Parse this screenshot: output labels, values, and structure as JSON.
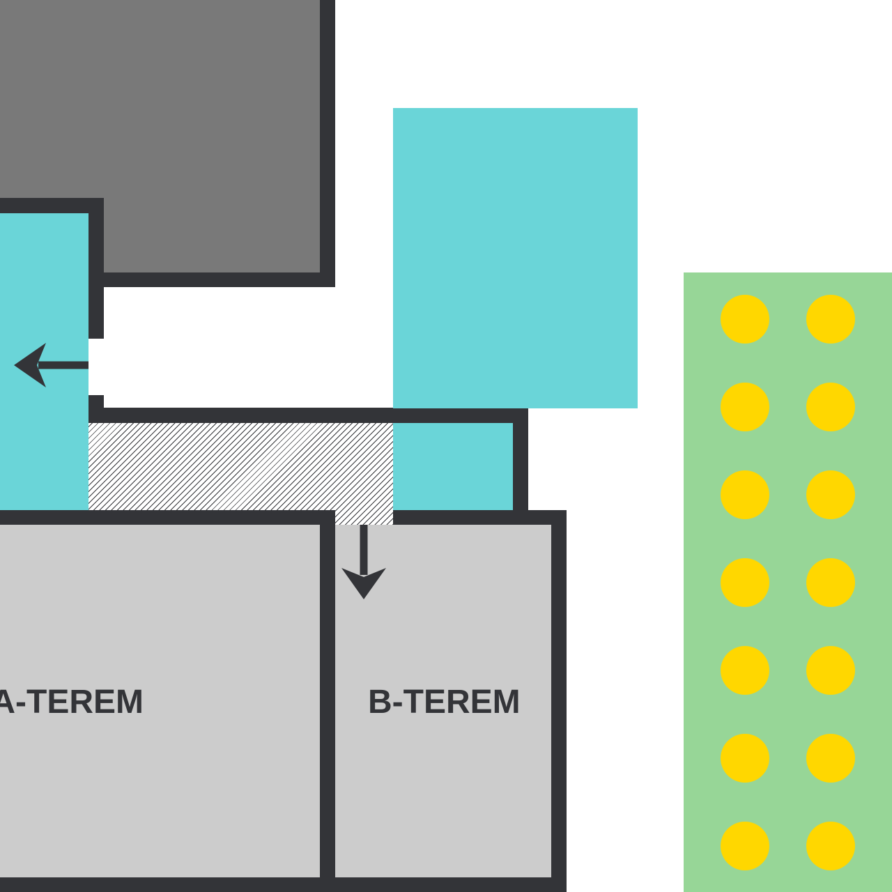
{
  "colors": {
    "wall": "#333438",
    "dark_room": "#797979",
    "cyan": "#6AD5D8",
    "light_room": "#CCCCCC",
    "green": "#97D697",
    "seat": "#FFD700",
    "hatch_line": "#333438",
    "background": "#FFFFFF"
  },
  "rooms": {
    "a_terem": {
      "label": "A-TEREM"
    },
    "b_terem": {
      "label": "B-TEREM"
    }
  },
  "arrows": [
    {
      "direction": "left",
      "icon": "arrow-left-icon"
    },
    {
      "direction": "down",
      "icon": "arrow-down-icon"
    }
  ],
  "seating": {
    "columns": 2,
    "rows": 7,
    "seat_icon": "circle-seat-icon"
  }
}
